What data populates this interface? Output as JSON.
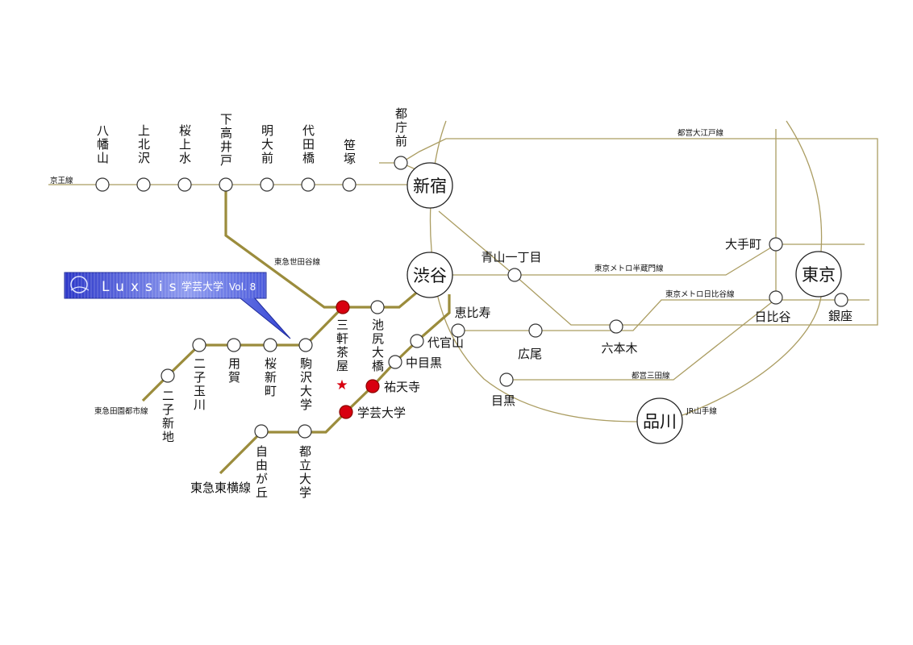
{
  "title_banner": {
    "brand": "Luxsis",
    "area": "学芸大学",
    "volume": "Vol. 8"
  },
  "lines": {
    "keio": "京王線",
    "setagaya": "東急世田谷線",
    "denentoshi": "東急田園都市線",
    "toyoko": "東急東横線",
    "oedo": "都営大江戸線",
    "hanzomon": "東京メトロ半蔵門線",
    "hibiya": "東京メトロ日比谷線",
    "mita": "都営三田線",
    "yamanote": "JR山手線"
  },
  "stations": [
    {
      "name": "八幡山"
    },
    {
      "name": "上北沢"
    },
    {
      "name": "桜上水"
    },
    {
      "name": "下高井戸"
    },
    {
      "name": "明大前"
    },
    {
      "name": "代田橋"
    },
    {
      "name": "笹塚"
    },
    {
      "name": "都庁前"
    },
    {
      "name": "新宿",
      "major": true
    },
    {
      "name": "渋谷",
      "major": true
    },
    {
      "name": "東京",
      "major": true
    },
    {
      "name": "品川",
      "major": true
    },
    {
      "name": "青山一丁目"
    },
    {
      "name": "大手町"
    },
    {
      "name": "日比谷"
    },
    {
      "name": "銀座"
    },
    {
      "name": "恵比寿"
    },
    {
      "name": "広尾"
    },
    {
      "name": "六本木"
    },
    {
      "name": "目黒"
    },
    {
      "name": "三軒茶屋",
      "highlight": true
    },
    {
      "name": "池尻大橋"
    },
    {
      "name": "代官山"
    },
    {
      "name": "中目黒"
    },
    {
      "name": "祐天寺",
      "highlight": true
    },
    {
      "name": "学芸大学",
      "highlight": true
    },
    {
      "name": "都立大学"
    },
    {
      "name": "自由が丘"
    },
    {
      "name": "駒沢大学"
    },
    {
      "name": "桜新町"
    },
    {
      "name": "用賀"
    },
    {
      "name": "二子玉川"
    },
    {
      "name": "二子新地"
    }
  ],
  "colors": {
    "thick_line": "#9b8c3c",
    "thin_line": "#ab9d62",
    "highlight": "#d8000f",
    "banner": "#3a46d8"
  }
}
